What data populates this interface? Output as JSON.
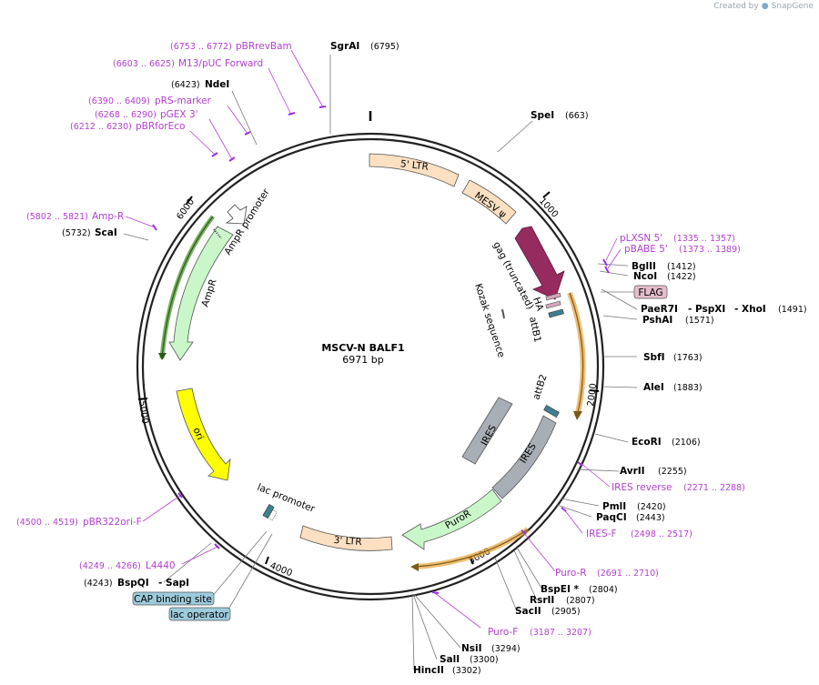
{
  "credit": {
    "created_by": "Created by",
    "brand": "SnapGene"
  },
  "plasmid": {
    "name": "MSCV-N BALF1",
    "length_label": "6971 bp",
    "length": 6971
  },
  "ticks": [
    "1000",
    "2000",
    "3000",
    "4000",
    "5000",
    "6000"
  ],
  "enzymes": [
    {
      "id": "sgrai",
      "name": "SgrAI",
      "pos": "(6795)"
    },
    {
      "id": "spei",
      "name": "SpeI",
      "pos": "(663)"
    },
    {
      "id": "ndei",
      "name": "NdeI",
      "pos": "(6423)"
    },
    {
      "id": "bglii",
      "name": "BglII",
      "pos": "(1412)"
    },
    {
      "id": "ncoi",
      "name": "NcoI",
      "pos": "(1422)"
    },
    {
      "id": "paer7i",
      "name": "PaeR7I",
      "pos": ""
    },
    {
      "id": "pspxi",
      "name": "- PspXI",
      "pos": ""
    },
    {
      "id": "xhoi",
      "name": "- XhoI",
      "pos": "(1491)"
    },
    {
      "id": "pshai",
      "name": "PshAI",
      "pos": "(1571)"
    },
    {
      "id": "sbfi",
      "name": "SbfI",
      "pos": "(1763)"
    },
    {
      "id": "alei",
      "name": "AleI",
      "pos": "(1883)"
    },
    {
      "id": "ecori",
      "name": "EcoRI",
      "pos": "(2106)"
    },
    {
      "id": "avrii",
      "name": "AvrII",
      "pos": "(2255)"
    },
    {
      "id": "pmli",
      "name": "PmlI",
      "pos": "(2420)"
    },
    {
      "id": "paqci",
      "name": "PaqCI",
      "pos": "(2443)"
    },
    {
      "id": "bspei",
      "name": "BspEI *",
      "pos": "(2804)"
    },
    {
      "id": "rsrii",
      "name": "RsrII",
      "pos": "(2807)"
    },
    {
      "id": "sacii",
      "name": "SacII",
      "pos": "(2905)"
    },
    {
      "id": "nsii",
      "name": "NsiI",
      "pos": "(3294)"
    },
    {
      "id": "sali",
      "name": "SalI",
      "pos": "(3300)"
    },
    {
      "id": "hincii",
      "name": "HincII",
      "pos": "(3302)"
    },
    {
      "id": "scai",
      "name": "ScaI",
      "pos": "(5732)"
    },
    {
      "id": "bspqi",
      "name": "BspQI",
      "pos": "(4243)"
    },
    {
      "id": "sapi",
      "name": "- SapI",
      "pos": ""
    }
  ],
  "primers": [
    {
      "id": "pbrrevbam",
      "name": "pBRrevBam",
      "pos": "(6753 .. 6772)"
    },
    {
      "id": "m13puc",
      "name": "M13/pUC Forward",
      "pos": "(6603 .. 6625)"
    },
    {
      "id": "prsmarker",
      "name": "pRS-marker",
      "pos": "(6390 .. 6409)"
    },
    {
      "id": "pgex3",
      "name": "pGEX 3'",
      "pos": "(6268 .. 6290)"
    },
    {
      "id": "pbrforeco",
      "name": "pBRforEco",
      "pos": "(6212 .. 6230)"
    },
    {
      "id": "ampr",
      "name": "Amp-R",
      "pos": "(5802 .. 5821)"
    },
    {
      "id": "plxsn5",
      "name": "pLXSN 5'",
      "pos": "(1335 .. 1357)"
    },
    {
      "id": "pbabe5",
      "name": "pBABE 5'",
      "pos": "(1373 .. 1389)"
    },
    {
      "id": "iresrev",
      "name": "IRES reverse",
      "pos": "(2271 .. 2288)"
    },
    {
      "id": "iresf",
      "name": "IRES-F",
      "pos": "(2498 .. 2517)"
    },
    {
      "id": "puror",
      "name": "Puro-R",
      "pos": "(2691 .. 2710)"
    },
    {
      "id": "purof",
      "name": "Puro-F",
      "pos": "(3187 .. 3207)"
    },
    {
      "id": "pbr322",
      "name": "pBR322ori-F",
      "pos": "(4500 .. 4519)"
    },
    {
      "id": "l4440",
      "name": "L4440",
      "pos": "(4249 .. 4266)"
    }
  ],
  "features": {
    "ltr5": "5' LTR",
    "mesv": "MESV ψ",
    "gag": "gag (truncated)",
    "kozak": "Kozak sequence",
    "ha": "HA",
    "attb1": "attB1",
    "attb2": "attB2",
    "ires1": "IRES",
    "ires2": "IRES",
    "puror": "PuroR",
    "ltr3": "3' LTR",
    "lacprom": "lac promoter",
    "ori": "ori",
    "ampr": "AmpR",
    "ampr_prom": "AmpR promoter",
    "flag": "FLAG",
    "cap": "CAP binding site",
    "lacop": "lac operator"
  },
  "colors": {
    "ltr": "#fde0c2",
    "mesv": "#fde0c2",
    "gag": "#962b5f",
    "ires": "#a7aeb5",
    "puror": "#c9f7c9",
    "ori": "#ffff00",
    "ampr": "#c9f7c9",
    "primer": "#b23fcf",
    "orf": "#e8a23b",
    "flag_bg": "#e6bccc",
    "cap_bg": "#9dcbdc"
  }
}
